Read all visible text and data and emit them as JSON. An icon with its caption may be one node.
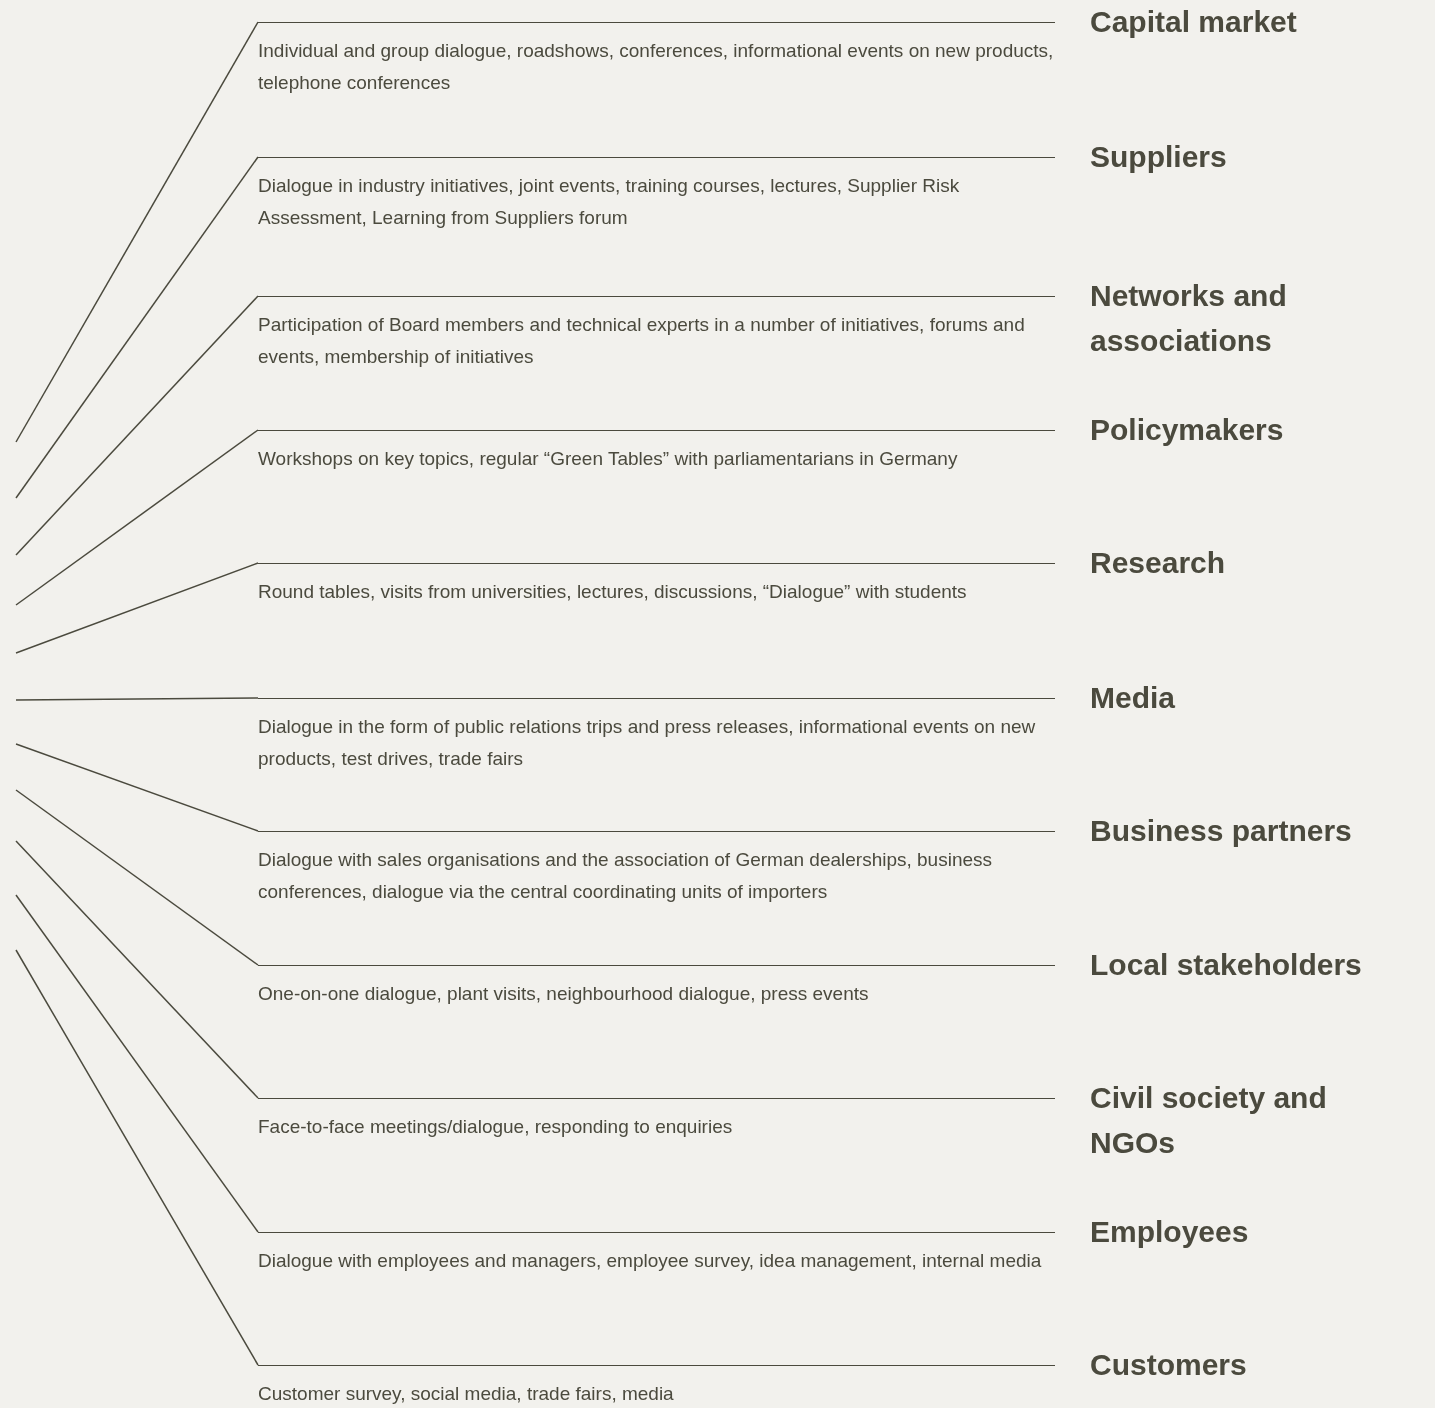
{
  "diagram": {
    "nodes": [
      {
        "text": [
          "Individual and group dialogue, roadshows, conferences, informational events on new products, telephone conferences"
        ],
        "beside": [
          "Capital market"
        ]
      },
      {
        "text": [
          "Dialogue in industry initiatives, joint events, training courses, lectures, Supplier Risk Assessment, Learning from Suppliers forum"
        ],
        "beside": [
          "Suppliers"
        ]
      },
      {
        "text": [
          "Participation of Board members and technical experts in a number of initiatives, forums and events, membership of initiatives"
        ],
        "beside": [
          "Networks and associations"
        ]
      },
      {
        "text": [
          "Workshops on key topics, regular “Green Tables” with parliamentarians in Germany"
        ],
        "beside": [
          "Policymakers"
        ]
      },
      {
        "text": [
          "Round tables, visits from universities, lectures, discussions, “Dialogue” with students"
        ],
        "beside": [
          "Research"
        ]
      },
      {
        "text": [
          "Dialogue in the form of public relations trips and press releases, informational events on new products, test drives, trade fairs"
        ],
        "beside": [
          "Media"
        ]
      },
      {
        "text": [
          "Dialogue with sales organisations and the association of German dealerships, business conferences, dialogue via the central coordinating units of importers"
        ],
        "beside": [
          "Business partners"
        ]
      },
      {
        "text": [
          "One-on-one dialogue, plant visits, neighbourhood dialogue, press events"
        ],
        "beside": [
          "Local stakeholders"
        ]
      },
      {
        "text": [
          "Face-to-face meetings/dialogue, responding to enquiries"
        ],
        "beside": [
          "Civil society and NGOs"
        ]
      },
      {
        "text": [
          "Dialogue with employees and managers, employee survey, idea management, internal media"
        ],
        "beside": [
          "Employees"
        ]
      },
      {
        "text": [
          "Customer survey, social media, trade fairs, media"
        ],
        "beside": [
          "Customers"
        ]
      }
    ],
    "edges": [
      {
        "from": null,
        "to": 0,
        "arrow": "none"
      },
      {
        "from": null,
        "to": 1,
        "arrow": "none"
      },
      {
        "from": null,
        "to": 2,
        "arrow": "none"
      },
      {
        "from": null,
        "to": 3,
        "arrow": "none"
      },
      {
        "from": null,
        "to": 4,
        "arrow": "none"
      },
      {
        "from": null,
        "to": 5,
        "arrow": "none"
      },
      {
        "from": null,
        "to": 6,
        "arrow": "none"
      },
      {
        "from": null,
        "to": 7,
        "arrow": "none"
      },
      {
        "from": null,
        "to": 8,
        "arrow": "none"
      },
      {
        "from": null,
        "to": 9,
        "arrow": "none"
      },
      {
        "from": null,
        "to": 10,
        "arrow": "none"
      }
    ]
  }
}
